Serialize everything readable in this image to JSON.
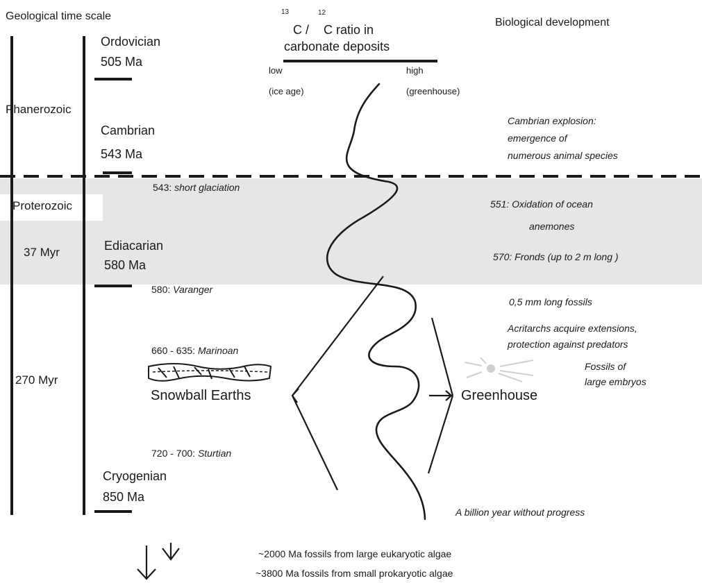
{
  "header": {
    "geo_scale": "Geological time scale",
    "ratio_num": "13",
    "ratio_c1": "C /",
    "ratio_den": "12",
    "ratio_c2": "C ratio in",
    "ratio_line2": "carbonate deposits",
    "bio_dev": "Biological development"
  },
  "axis": {
    "low": "low",
    "low_sub": "(ice age)",
    "high": "high",
    "high_sub": "(greenhouse)"
  },
  "eons": {
    "phanerozoic": "Phanerozoic",
    "proterozoic": "Proterozoic"
  },
  "durations": {
    "ediacaran": "37 Myr",
    "cryogenian": "270 Myr"
  },
  "periods": [
    {
      "name": "Ordovician",
      "age": "505 Ma"
    },
    {
      "name": "Cambrian",
      "age": "543 Ma"
    },
    {
      "name": "Ediacarian",
      "age": "580 Ma"
    },
    {
      "name": "Cryogenian",
      "age": "850 Ma"
    }
  ],
  "glaciations": {
    "short_num": "543:",
    "short_name": "short glaciation",
    "varanger_num": "580:",
    "varanger_name": "Varanger",
    "marinoan_num": "660 - 635:",
    "marinoan_name": "Marinoan",
    "sturtian_num": "720 - 700:",
    "sturtian_name": "Sturtian"
  },
  "labels": {
    "snowball": "Snowball Earths",
    "greenhouse": "Greenhouse"
  },
  "bio": {
    "cambrian_1": "Cambrian explosion:",
    "cambrian_2": "emergence of",
    "cambrian_3": "numerous animal species",
    "oxidation_1": "551: Oxidation of ocean",
    "oxidation_2": "anemones",
    "fronds": "570: Fronds (up to 2 m long )",
    "fossils_05": "0,5 mm long fossils",
    "acritarchs_1": "Acritarchs acquire extensions,",
    "acritarchs_2": "protection against predators",
    "embryos_1": "Fossils of",
    "embryos_2": "large embryos",
    "billion": "A billion year without progress"
  },
  "footer": {
    "eukaryotic": "~2000 Ma fossils from large eukaryotic algae",
    "prokaryotic": "~3800 Ma fossils from small prokaryotic algae"
  },
  "icons": [
    "snowball-icon",
    "sun-icon",
    "down-arrow-icon"
  ],
  "colors": {
    "ink": "#1a1a1a",
    "band": "#e6e6e6",
    "sun": "#cfcfcf"
  }
}
